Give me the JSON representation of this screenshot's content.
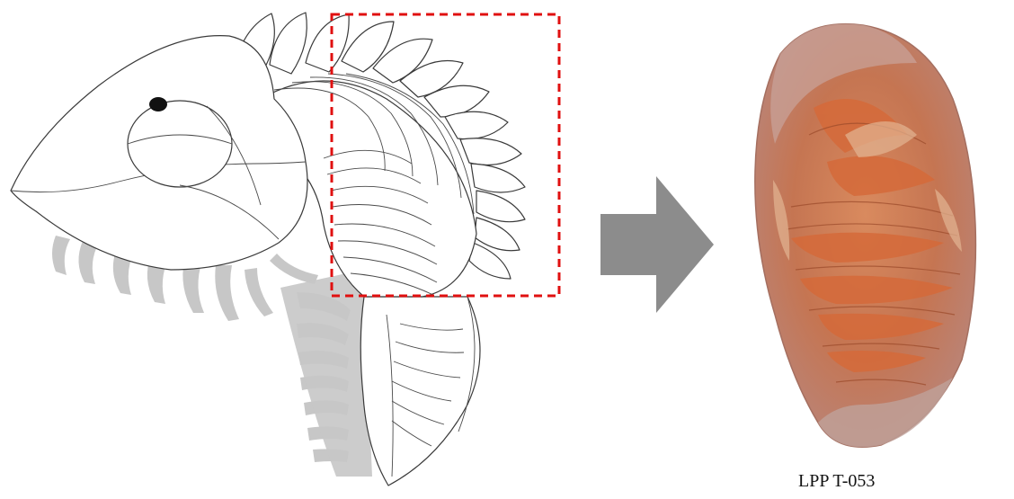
{
  "specimen": {
    "label": "LPP T-053"
  },
  "figure": {
    "icons": [
      "trilobite-line-drawing",
      "zoom-box",
      "arrow-right-icon",
      "fossil-photo"
    ],
    "colors": {
      "zoom_box": "#e01010",
      "arrow": "#8c8c8c",
      "legs": "#c7c7c7",
      "fossil_main": "#c9764e",
      "fossil_light": "#e3b593"
    }
  }
}
